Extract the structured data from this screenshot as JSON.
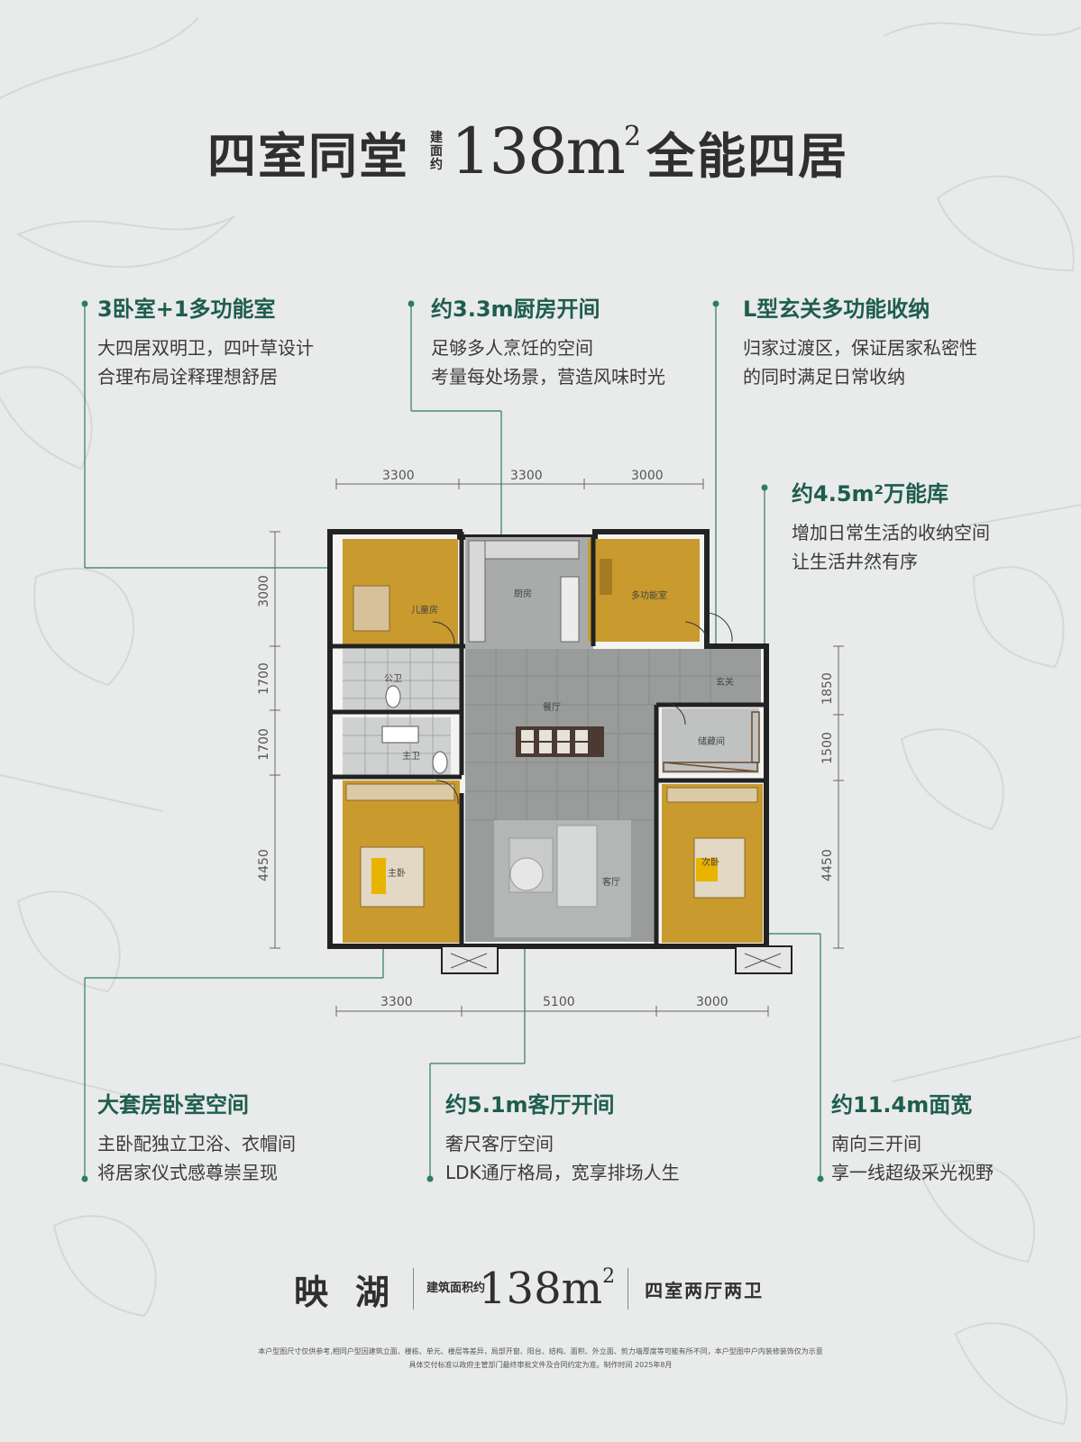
{
  "title": {
    "left": "四室同堂",
    "small": [
      "建",
      "面",
      "约"
    ],
    "number": "138m",
    "sup": "2",
    "right": "全能四居"
  },
  "features": {
    "top_left": {
      "heading": "3卧室+1多功能室",
      "line1": "大四居双明卫，四叶草设计",
      "line2": "合理布局诠释理想舒居"
    },
    "top_mid": {
      "heading": "约3.3m厨房开间",
      "line1": "足够多人烹饪的空间",
      "line2": "考量每处场景，营造风味时光"
    },
    "top_right": {
      "heading": "L型玄关多功能收纳",
      "line1": "归家过渡区，保证居家私密性",
      "line2": "的同时满足日常收纳"
    },
    "storage": {
      "heading": "约4.5m²万能库",
      "line1": "增加日常生活的收纳空间",
      "line2": "让生活井然有序"
    },
    "bottom_left": {
      "heading": "大套房卧室空间",
      "line1": "主卧配独立卫浴、衣帽间",
      "line2": "将居家仪式感尊崇呈现"
    },
    "bottom_mid": {
      "heading": "约5.1m客厅开间",
      "line1": "奢尺客厅空间",
      "line2": "LDK通厅格局，宽享排场人生"
    },
    "bottom_right": {
      "heading": "约11.4m面宽",
      "line1": "南向三开间",
      "line2": "享一线超级采光视野"
    }
  },
  "dimensions": {
    "top": [
      "3300",
      "3300",
      "3000"
    ],
    "bottom": [
      "3300",
      "5100",
      "3000"
    ],
    "left": [
      "3000",
      "1700",
      "1700",
      "4450"
    ],
    "right": [
      "1850",
      "1500",
      "4450"
    ]
  },
  "rooms": {
    "child": "儿童房",
    "kitchen": "厨房",
    "multi": "多功能室",
    "entry": "玄关",
    "public_bath": "公卫",
    "dining": "餐厅",
    "storage": "储藏间",
    "master_bath": "主卫",
    "master": "主卧",
    "living": "客厅",
    "second": "次卧"
  },
  "bottom": {
    "name": "映湖",
    "small": "建筑面积约",
    "number": "138m",
    "sup": "2",
    "type": "四室两厅两卫"
  },
  "notes": {
    "line1": "本户型图尺寸仅供参考,相同户型因建筑立面、楼栋、单元、楼层等差异，局部开窗、阳台、结构、面积、外立面、剪力墙厚度等可能有所不同，本户型图中户内装修装饰仅为示意",
    "line2": "具体交付标准以政府主管部门最终审批文件及合同约定为准。制作时间 2025年8月"
  },
  "colors": {
    "accent": "#1d5d4e",
    "room_yellow": "#c99a2e",
    "floor_gray": "#9a9c9c"
  }
}
